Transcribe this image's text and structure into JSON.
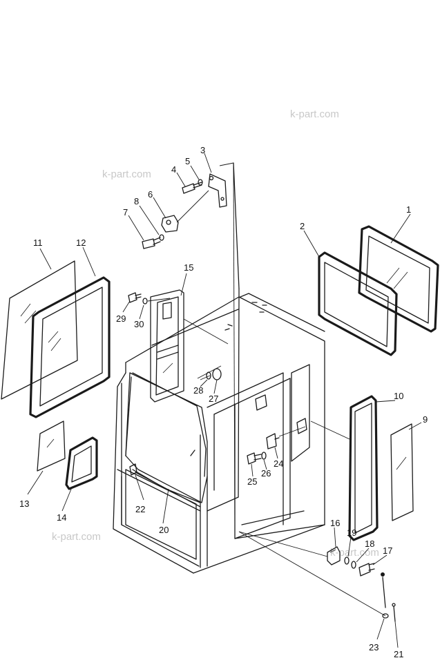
{
  "watermarks": [
    "k-part.com",
    "k-part.com",
    "k-part.com",
    "k-part.com"
  ],
  "callouts": [
    "1",
    "2",
    "3",
    "4",
    "5",
    "6",
    "7",
    "8",
    "9",
    "10",
    "11",
    "12",
    "13",
    "14",
    "15",
    "16",
    "17",
    "18",
    "19",
    "20",
    "21",
    "22",
    "23",
    "24",
    "25",
    "26",
    "27",
    "28",
    "29",
    "30"
  ],
  "colors": {
    "line": "#1a1a1a",
    "watermark": "#c8c8c8",
    "background": "#ffffff"
  }
}
